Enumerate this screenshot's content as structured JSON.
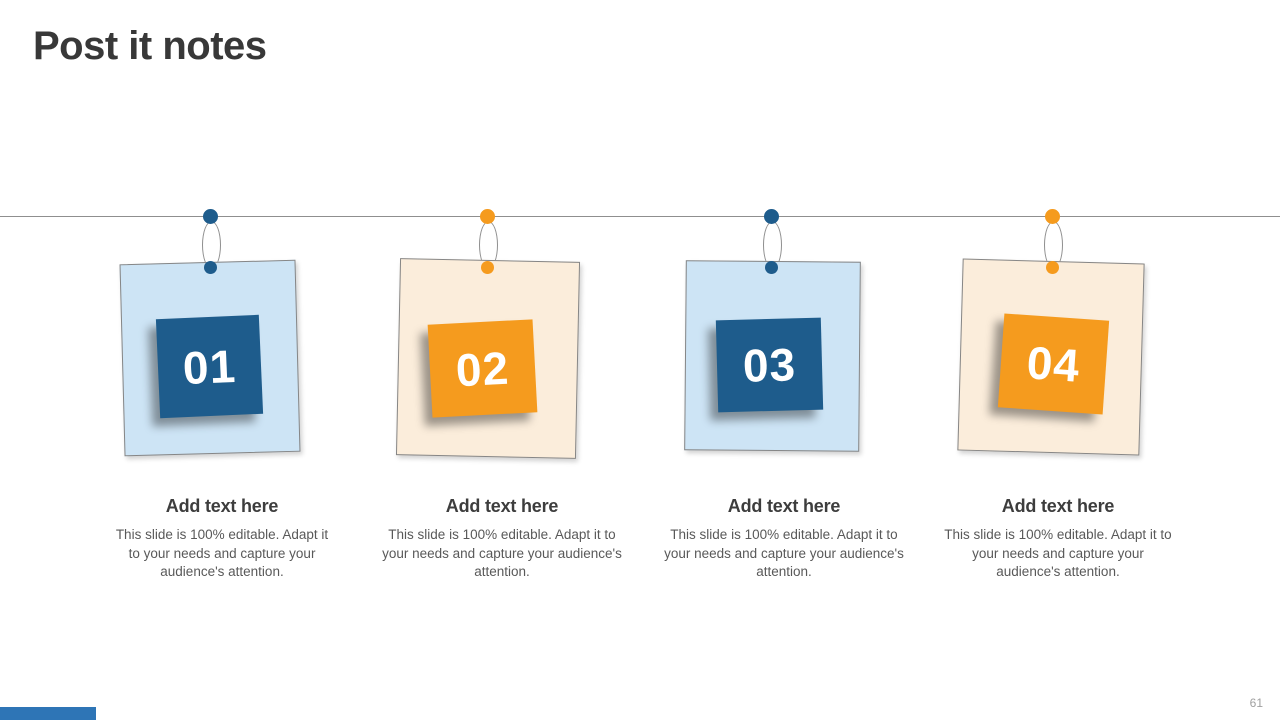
{
  "slide": {
    "title": "Post it notes",
    "page_number": "61"
  },
  "colors": {
    "blue_dark": "#1E5C8C",
    "blue_light": "#CDE4F5",
    "orange": "#F59B1E",
    "cream": "#FBEDDB",
    "line": "#8F8F8F",
    "heading_text": "#3D3D3D",
    "body_text": "#595959",
    "accent_bar": "#2E75B6",
    "page_number_text": "#A0A0A0"
  },
  "items": [
    {
      "number": "01",
      "theme": "blue",
      "heading": "Add text here",
      "body": "This slide is 100% editable. Adapt it to your needs and capture your audience's attention."
    },
    {
      "number": "02",
      "theme": "orange",
      "heading": "Add text here",
      "body": "This slide is 100% editable. Adapt it to your needs and capture your audience's attention."
    },
    {
      "number": "03",
      "theme": "blue",
      "heading": "Add text here",
      "body": "This slide is 100% editable. Adapt it to your needs and capture your audience's attention."
    },
    {
      "number": "04",
      "theme": "orange",
      "heading": "Add text here",
      "body": "This slide is 100% editable. Adapt it to your needs and capture your audience's attention."
    }
  ]
}
